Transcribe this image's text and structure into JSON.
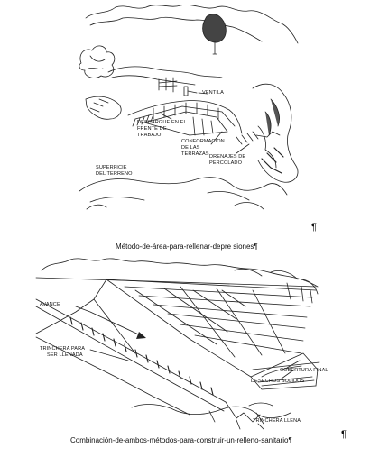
{
  "figure1": {
    "labels": {
      "ventila": "VENTILA",
      "descargue_1": "DESCARGUE EN EL",
      "descargue_2": "FRENTE DE",
      "descargue_3": "TRABAJO",
      "conformacion_1": "CONFORMACION",
      "conformacion_2": "DE LAS",
      "conformacion_3": "TERRAZAS",
      "drenajes_1": "DRENAJES DE",
      "drenajes_2": "PERCOLADO",
      "superficie_1": "SUPERFICIE",
      "superficie_2": "DEL TERRENO"
    },
    "caption": "Método-de-área-para-rellenar-depre siones¶",
    "pilcrow": "¶"
  },
  "figure2": {
    "labels": {
      "avance": "AVANCE",
      "trinchera_1": "TRINCHERA PARA",
      "trinchera_2": "SER LLENADA",
      "cobertura": "COBERTURA FINAL",
      "desechos": "DESECHOS SOLIDOS",
      "trinchera_llena": "TRINCHERA LLENA"
    },
    "caption": "Combinación-de-ambos-métodos-para-construir-un-relleno-sanitario¶",
    "pilcrow": "¶"
  }
}
